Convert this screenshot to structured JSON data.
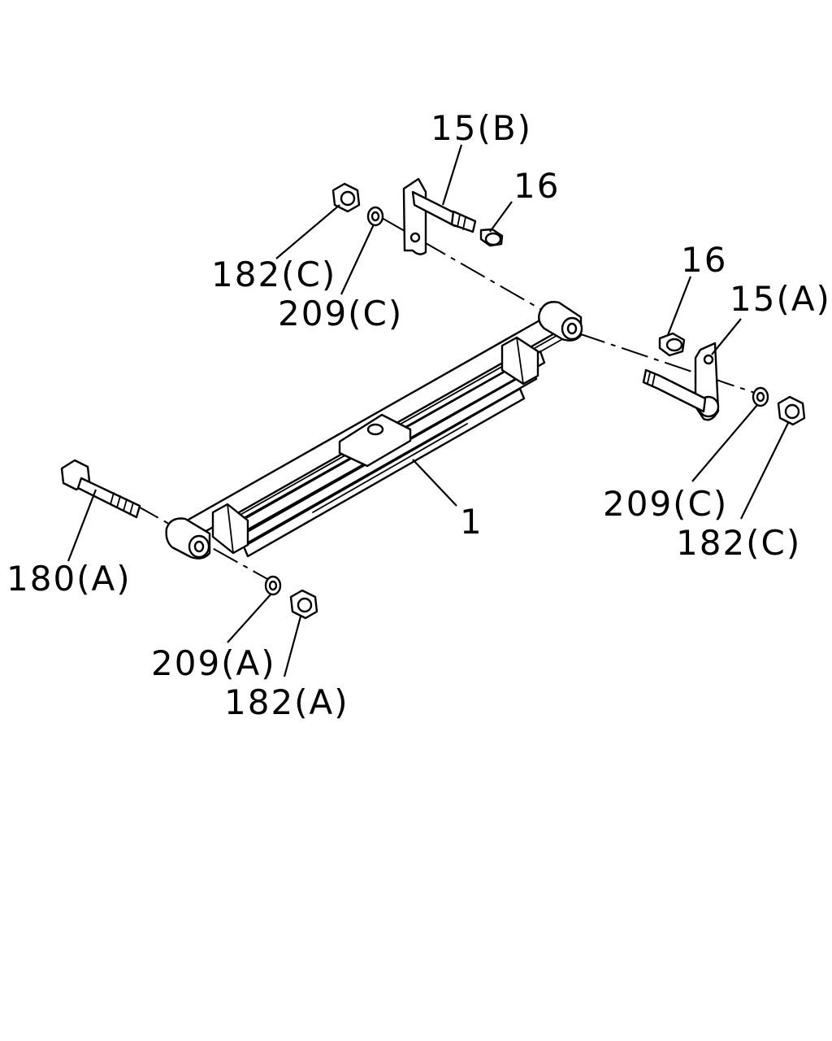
{
  "labels": {
    "p15b": "15(B)",
    "p16_top": "16",
    "p182c_top": "182(C)",
    "p209c_top": "209(C)",
    "p16_right": "16",
    "p15a": "15(A)",
    "p209c_right": "209(C)",
    "p182c_right": "182(C)",
    "p1": "1",
    "p180a": "180(A)",
    "p209a": "209(A)",
    "p182a": "182(A)"
  }
}
